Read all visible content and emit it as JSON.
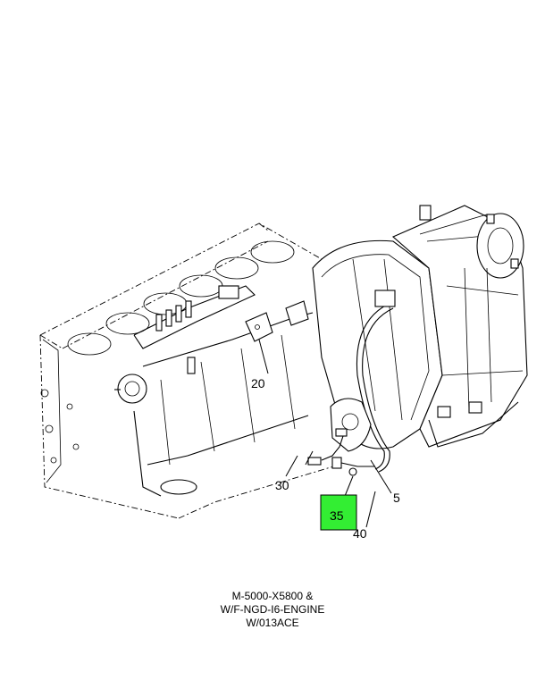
{
  "callouts": {
    "c20": "20",
    "c30": "30",
    "c5": "5",
    "c35": "35",
    "c40": "40"
  },
  "highlight_color": "#33ee33",
  "caption": {
    "line1": "M-5000-X5800 &",
    "line2": "W/F-NGD-I6-ENGINE",
    "line3": "W/013ACE"
  }
}
